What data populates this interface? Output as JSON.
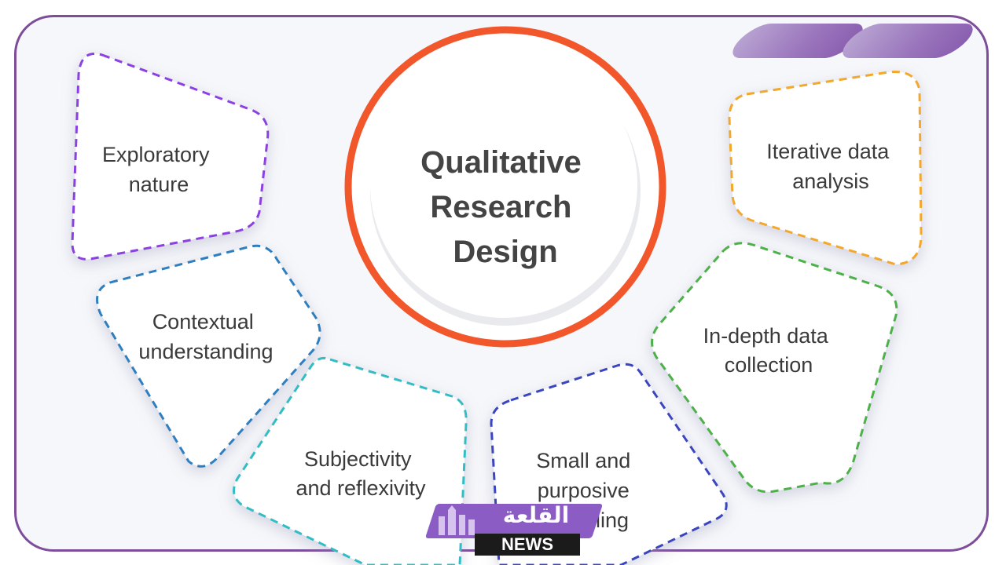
{
  "center": {
    "lines": [
      "Qualitative",
      "Research",
      "Design"
    ]
  },
  "items": [
    {
      "lines": [
        "Exploratory",
        "nature"
      ],
      "color": "#8b3fe0"
    },
    {
      "lines": [
        "Contextual",
        "understanding"
      ],
      "color": "#2f7fc0"
    },
    {
      "lines": [
        "Subjectivity",
        "and reflexivity"
      ],
      "color": "#33bcc4"
    },
    {
      "lines": [
        "Small and",
        "purposive",
        "sampling"
      ],
      "color": "#3a44c0"
    },
    {
      "lines": [
        "In-depth data",
        "collection"
      ],
      "color": "#4db04a"
    },
    {
      "lines": [
        "Iterative data",
        "analysis"
      ],
      "color": "#f2a82b"
    }
  ],
  "colors": {
    "frame": "#7d4d9a",
    "center_ring": "#f2572c",
    "text": "#3a3a3a",
    "logo_plate": "#8a5cc4",
    "logo_news": "#1b1b1b"
  },
  "logo": {
    "arabic": "القلعة",
    "news": "NEWS"
  }
}
